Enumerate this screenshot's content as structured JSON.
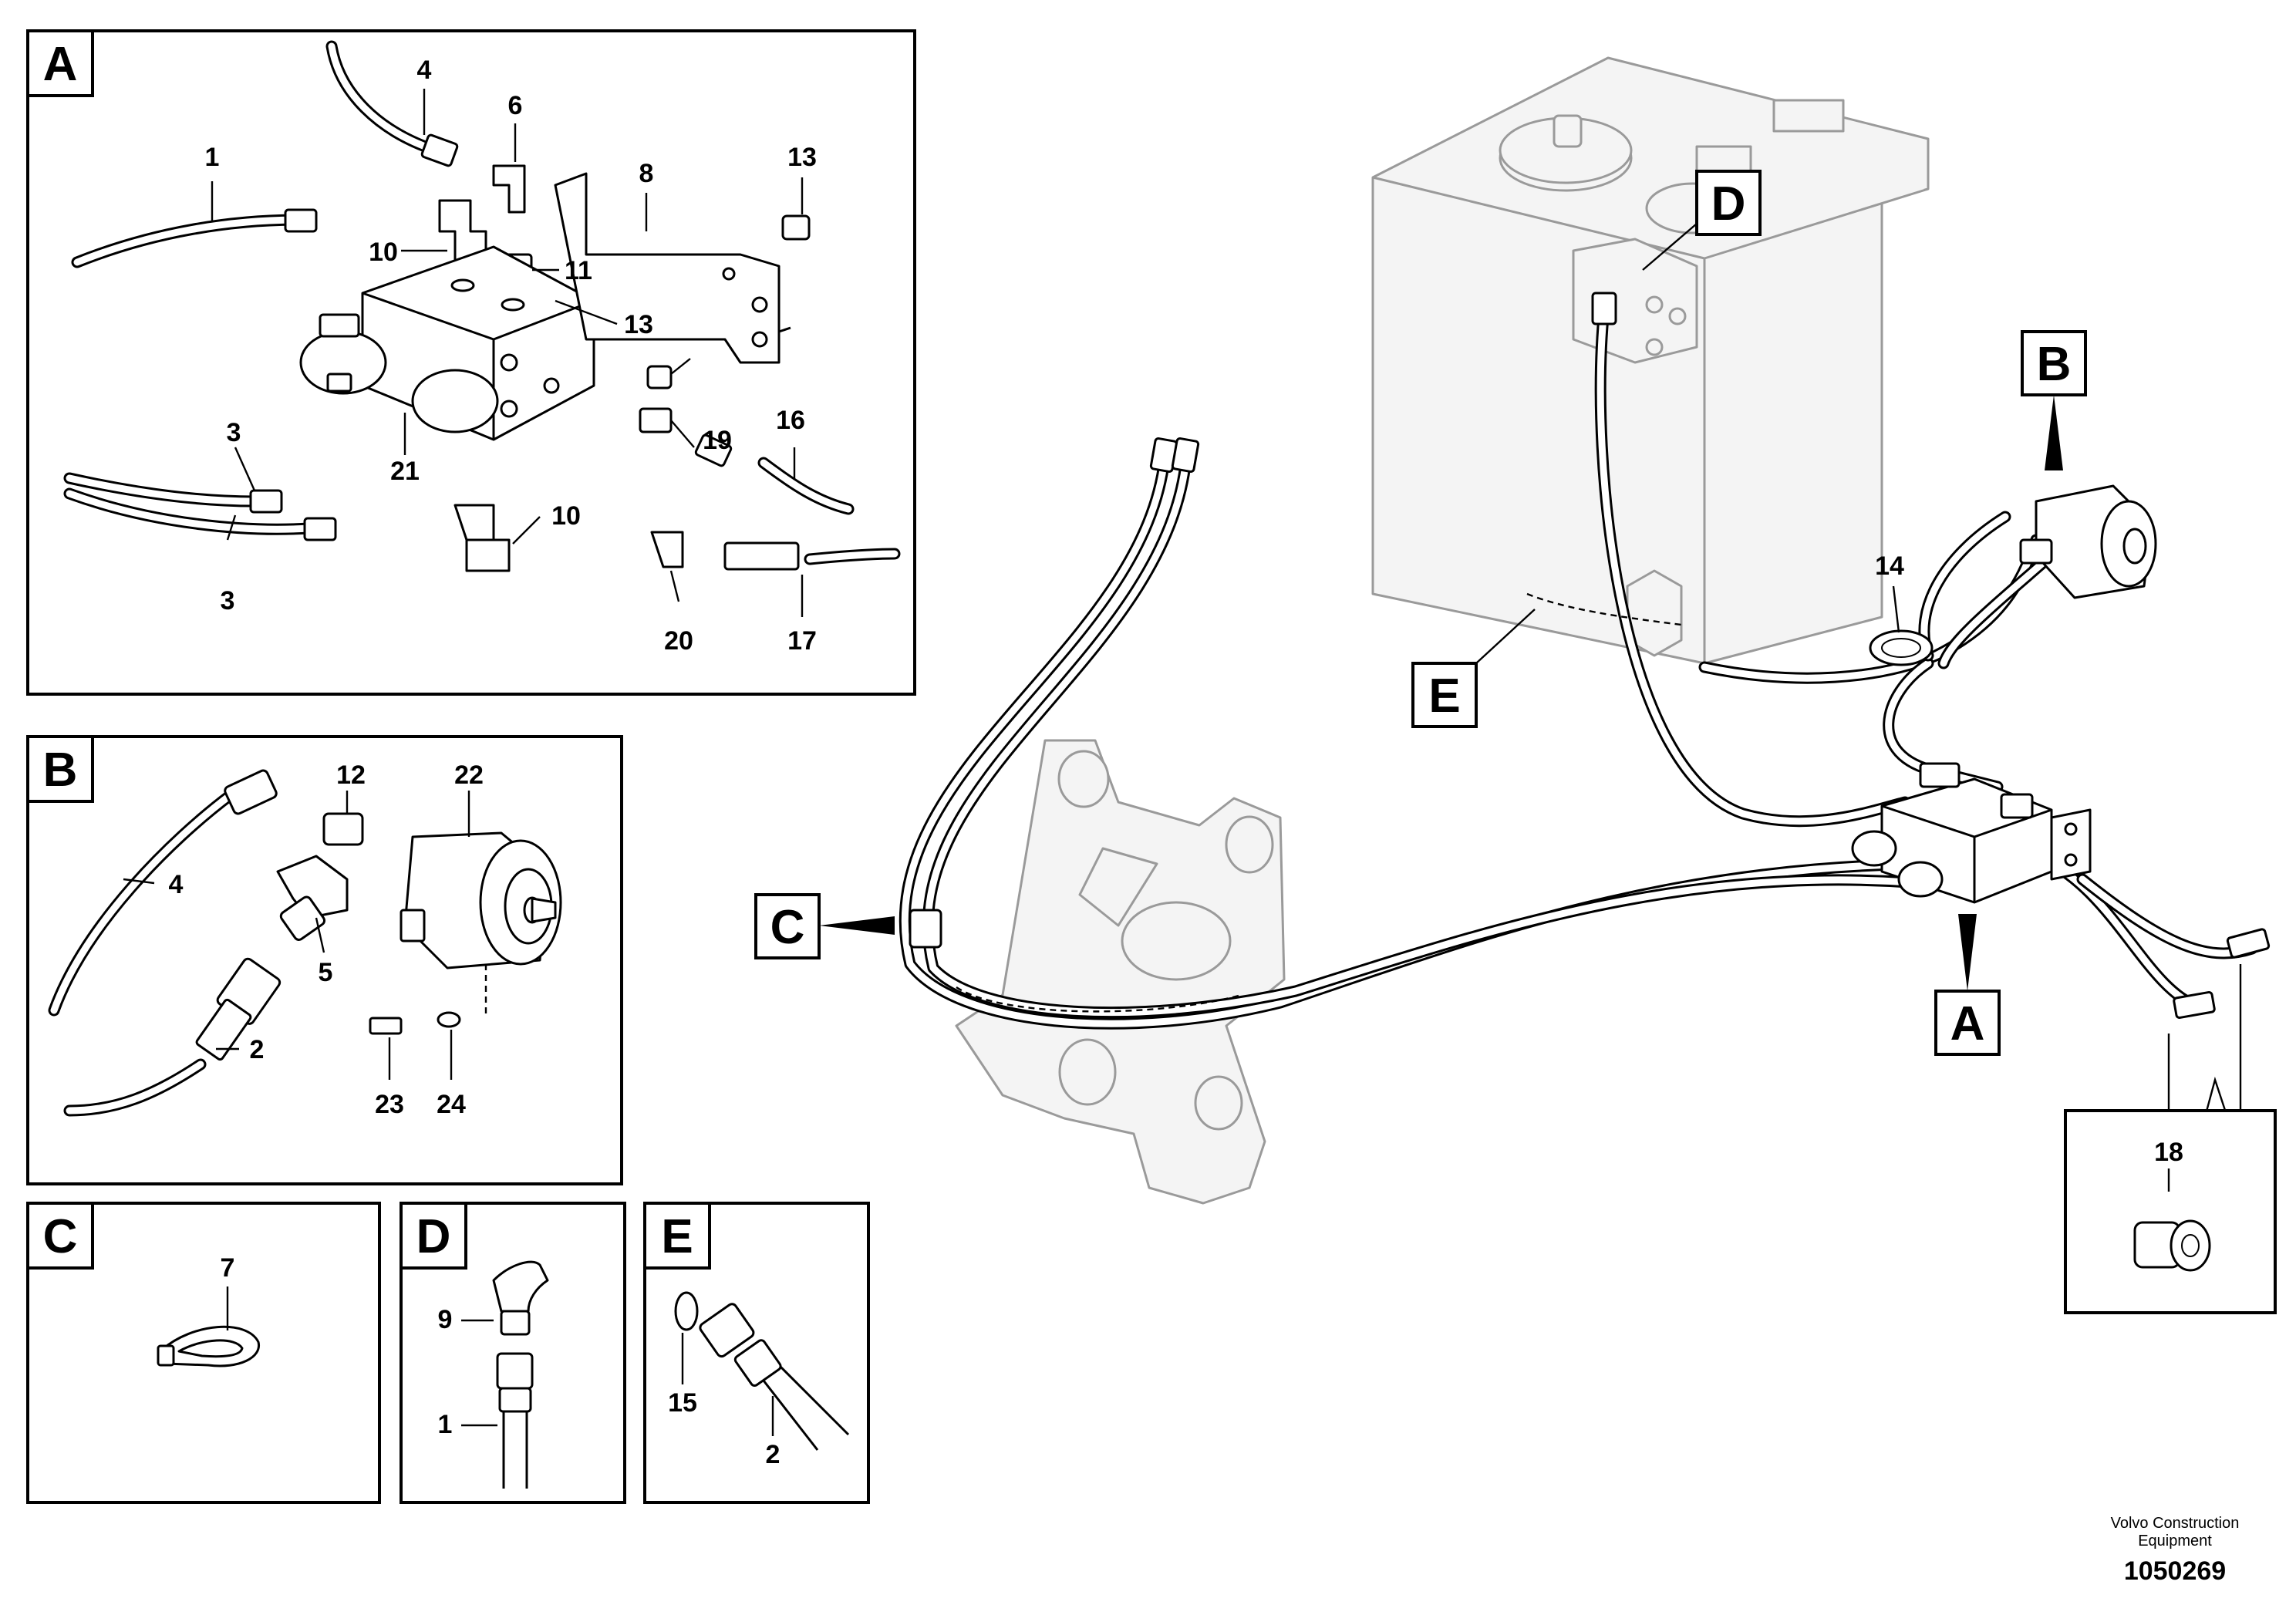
{
  "panels": {
    "A": {
      "letter": "A",
      "labels": {
        "n1": "1",
        "n3a": "3",
        "n3b": "3",
        "n4": "4",
        "n6": "6",
        "n8": "8",
        "n10a": "10",
        "n10b": "10",
        "n11": "11",
        "n13a": "13",
        "n13b": "13",
        "n16": "16",
        "n17": "17",
        "n19": "19",
        "n20": "20",
        "n21": "21"
      }
    },
    "B": {
      "letter": "B",
      "labels": {
        "n2": "2",
        "n4": "4",
        "n5": "5",
        "n12": "12",
        "n22": "22",
        "n23": "23",
        "n24": "24"
      }
    },
    "C": {
      "letter": "C",
      "labels": {
        "n7": "7"
      }
    },
    "D": {
      "letter": "D",
      "labels": {
        "n1": "1",
        "n9": "9"
      }
    },
    "E": {
      "letter": "E",
      "labels": {
        "n2": "2",
        "n15": "15"
      }
    }
  },
  "main": {
    "callouts": {
      "A": "A",
      "B": "B",
      "C": "C",
      "D": "D",
      "E": "E"
    },
    "labels": {
      "n14": "14",
      "n18": "18"
    }
  },
  "footer": {
    "company_line1": "Volvo Construction",
    "company_line2": "Equipment",
    "drawing_number": "1050269"
  }
}
